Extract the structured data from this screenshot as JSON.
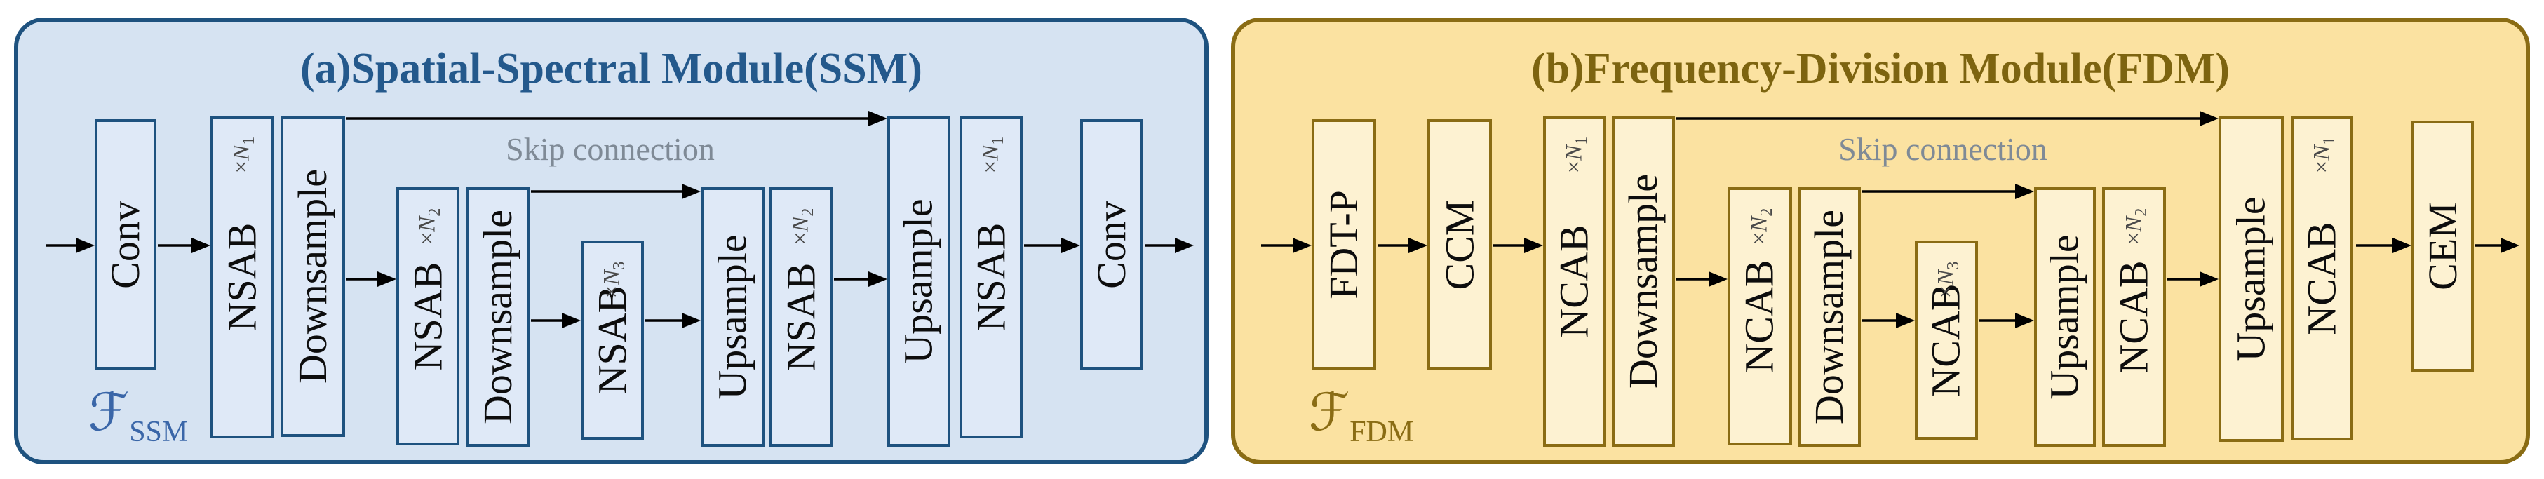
{
  "ssm": {
    "title": "(a)Spatial-Spectral Module(SSM)",
    "skip_label": "Skip connection",
    "module_symbol": "ℱ",
    "module_symbol_sub": "SSM",
    "blocks": [
      {
        "label": "Conv"
      },
      {
        "label": "NSAB",
        "mult_times": "×",
        "mult_var": "N",
        "mult_sub": "1"
      },
      {
        "label": "Downsample"
      },
      {
        "label": "NSAB",
        "mult_times": "×",
        "mult_var": "N",
        "mult_sub": "2"
      },
      {
        "label": "Downsample"
      },
      {
        "label": "NSAB",
        "mult_times": "×",
        "mult_var": "N",
        "mult_sub": "3"
      },
      {
        "label": "Upsample"
      },
      {
        "label": "NSAB",
        "mult_times": "×",
        "mult_var": "N",
        "mult_sub": "2"
      },
      {
        "label": "Upsample"
      },
      {
        "label": "NSAB",
        "mult_times": "×",
        "mult_var": "N",
        "mult_sub": "1"
      },
      {
        "label": "Conv"
      }
    ],
    "colors": {
      "panel_bg": "#d6e3f2",
      "panel_border": "#1e527f",
      "block_bg": "#dfe9f7",
      "block_border": "#1e527f",
      "title_text": "#24598c",
      "module_label_text": "#3a66a8"
    }
  },
  "fdm": {
    "title": "(b)Frequency-Division Module(FDM)",
    "skip_label": "Skip connection",
    "module_symbol": "ℱ",
    "module_symbol_sub": "FDM",
    "blocks": [
      {
        "label": "FDT-P"
      },
      {
        "label": "CCM"
      },
      {
        "label": "NCAB",
        "mult_times": "×",
        "mult_var": "N",
        "mult_sub": "1"
      },
      {
        "label": "Downsample"
      },
      {
        "label": "NCAB",
        "mult_times": "×",
        "mult_var": "N",
        "mult_sub": "2"
      },
      {
        "label": "Downsample"
      },
      {
        "label": "NCAB",
        "mult_times": "×",
        "mult_var": "N",
        "mult_sub": "3"
      },
      {
        "label": "Upsample"
      },
      {
        "label": "NCAB",
        "mult_times": "×",
        "mult_var": "N",
        "mult_sub": "2"
      },
      {
        "label": "Upsample"
      },
      {
        "label": "NCAB",
        "mult_times": "×",
        "mult_var": "N",
        "mult_sub": "1"
      },
      {
        "label": "CEM"
      }
    ],
    "colors": {
      "panel_bg": "#fbe2a1",
      "panel_border": "#8a6c14",
      "block_bg": "#fdf2d2",
      "block_border": "#8a6c14",
      "title_text": "#7d6410",
      "module_label_text": "#8a6c14"
    }
  },
  "shared": {
    "skip_text_color": "#7f8a96",
    "arrow_color": "#000000"
  }
}
